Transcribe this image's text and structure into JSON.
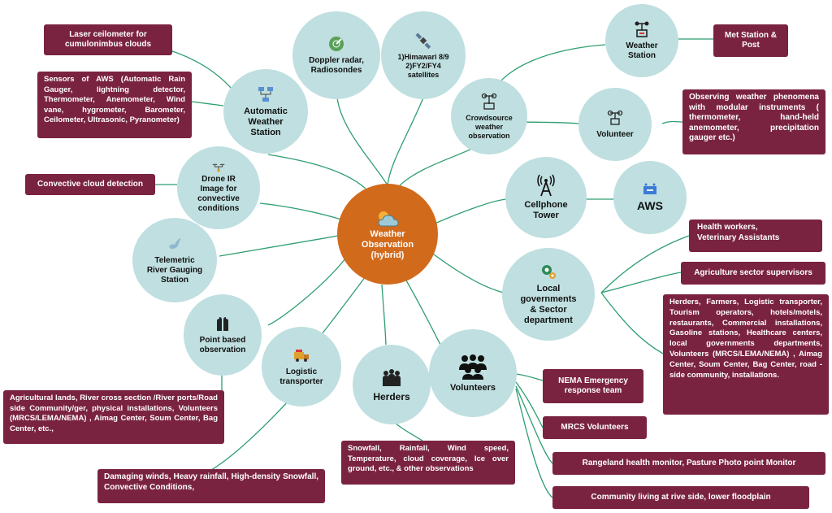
{
  "center": {
    "label": "Weather\nObservation\n(hybrid)",
    "icon": "cloud-sun-icon"
  },
  "circles": {
    "doppler": {
      "label": "Doppler radar,\nRadiosondes",
      "icon": "radar-icon"
    },
    "himawari": {
      "label": "1)Himawari 8/9\n2)FY2/FY4\nsatellites",
      "icon": "satellite-icon"
    },
    "crowdsource": {
      "label": "Crowdsource\nweather\nobservation",
      "icon": "weather-instrument-icon"
    },
    "weather_station": {
      "label": "Weather\nStation",
      "icon": "weather-station-icon"
    },
    "volunteer": {
      "label": "Volunteer",
      "icon": "volunteer-instrument-icon"
    },
    "aws_station": {
      "label": "Automatic\nWeather\nStation",
      "icon": "aws-network-icon"
    },
    "drone": {
      "label": "Drone IR\nImage for\nconvective\nconditions",
      "icon": "drone-icon"
    },
    "cellphone": {
      "label": "Cellphone\nTower",
      "icon": "cell-tower-icon"
    },
    "aws": {
      "label": "AWS",
      "icon": "aws-device-icon"
    },
    "river_gauge": {
      "label": "Telemetric\nRiver Gauging\nStation",
      "icon": "bird-icon"
    },
    "local_gov": {
      "label": "Local\ngovernments\n& Sector\ndepartment",
      "icon": "government-gear-icon"
    },
    "point_based": {
      "label": "Point based\nobservation",
      "icon": "hands-icon"
    },
    "logistic": {
      "label": "Logistic\ntransporter",
      "icon": "truck-icon"
    },
    "herders": {
      "label": "Herders",
      "icon": "herders-icon"
    },
    "volunteers": {
      "label": "Volunteers",
      "icon": "people-group-icon"
    }
  },
  "boxes": {
    "laser": "Laser ceilometer for\ncumulonimbus clouds",
    "sensors": "Sensors of AWS (Automatic Rain Gauger, lightning detector, Thermometer, Anemometer, Wind vane, hygrometer, Barometer, Ceilometer, Ultrasonic, Pyranometer)",
    "convective": "Convective cloud detection",
    "met_station": "Met Station &\nPost",
    "observing": "Observing weather phenomena with modular instruments ( thermometer, hand-held anemometer, precipitation gauger etc.)",
    "health": "Health workers,\nVeterinary Assistants",
    "agri": "Agriculture sector supervisors",
    "herders_list": "Herders, Farmers, Logistic transporter, Tourism operators, hotels/motels, restaurants, Commercial installations, Gasoline stations, Healthcare centers, local governments departments, Volunteers (MRCS/LEMA/NEMA) , Aimag Center, Soum Center, Bag Center, road -side community, installations.",
    "agri_lands": "Agricultural lands, River cross section /River ports/Road side Community/ger, physical installations, Volunteers (MRCS/LEMA/NEMA) , Aimag Center, Soum Center, Bag Center, etc.,",
    "damaging": "Damaging winds, Heavy rainfall, High-density Snowfall, Convective Conditions,",
    "snowfall": "Snowfall, Rainfall, Wind speed, Temperature, cloud coverage, Ice over ground, etc., & other observations",
    "nema": "NEMA Emergency\nresponse team",
    "mrcs": "MRCS Volunteers",
    "rangeland": "Rangeland health monitor, Pasture Photo point Monitor",
    "community": "Community living at rive side, lower floodplain"
  },
  "colors": {
    "circle": "#bfdfe0",
    "center": "#d26a1c",
    "box": "#7a2340",
    "line": "#2e9e6f"
  }
}
